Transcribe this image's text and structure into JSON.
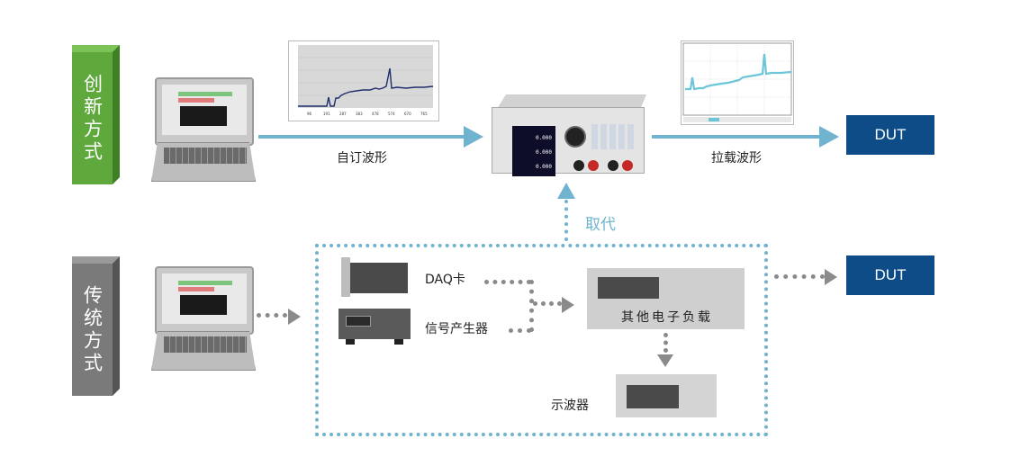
{
  "modes": {
    "innovative": "创新方式",
    "traditional": "传统方式"
  },
  "labels": {
    "custom_waveform": "自订波形",
    "load_waveform": "拉载波形",
    "replace": "取代",
    "daq_card": "DAQ卡",
    "signal_generator": "信号产生器",
    "other_load": "其他电子负载",
    "oscilloscope": "示波器"
  },
  "dut": {
    "top": "DUT",
    "bottom": "DUT"
  },
  "instrument": {
    "readings": [
      "0.000",
      "0.000",
      "0.000"
    ]
  },
  "colors": {
    "green": "#5ea83c",
    "gray": "#7a7a7a",
    "blue_line": "#6fb3ce",
    "dut_blue": "#0d4c87"
  }
}
